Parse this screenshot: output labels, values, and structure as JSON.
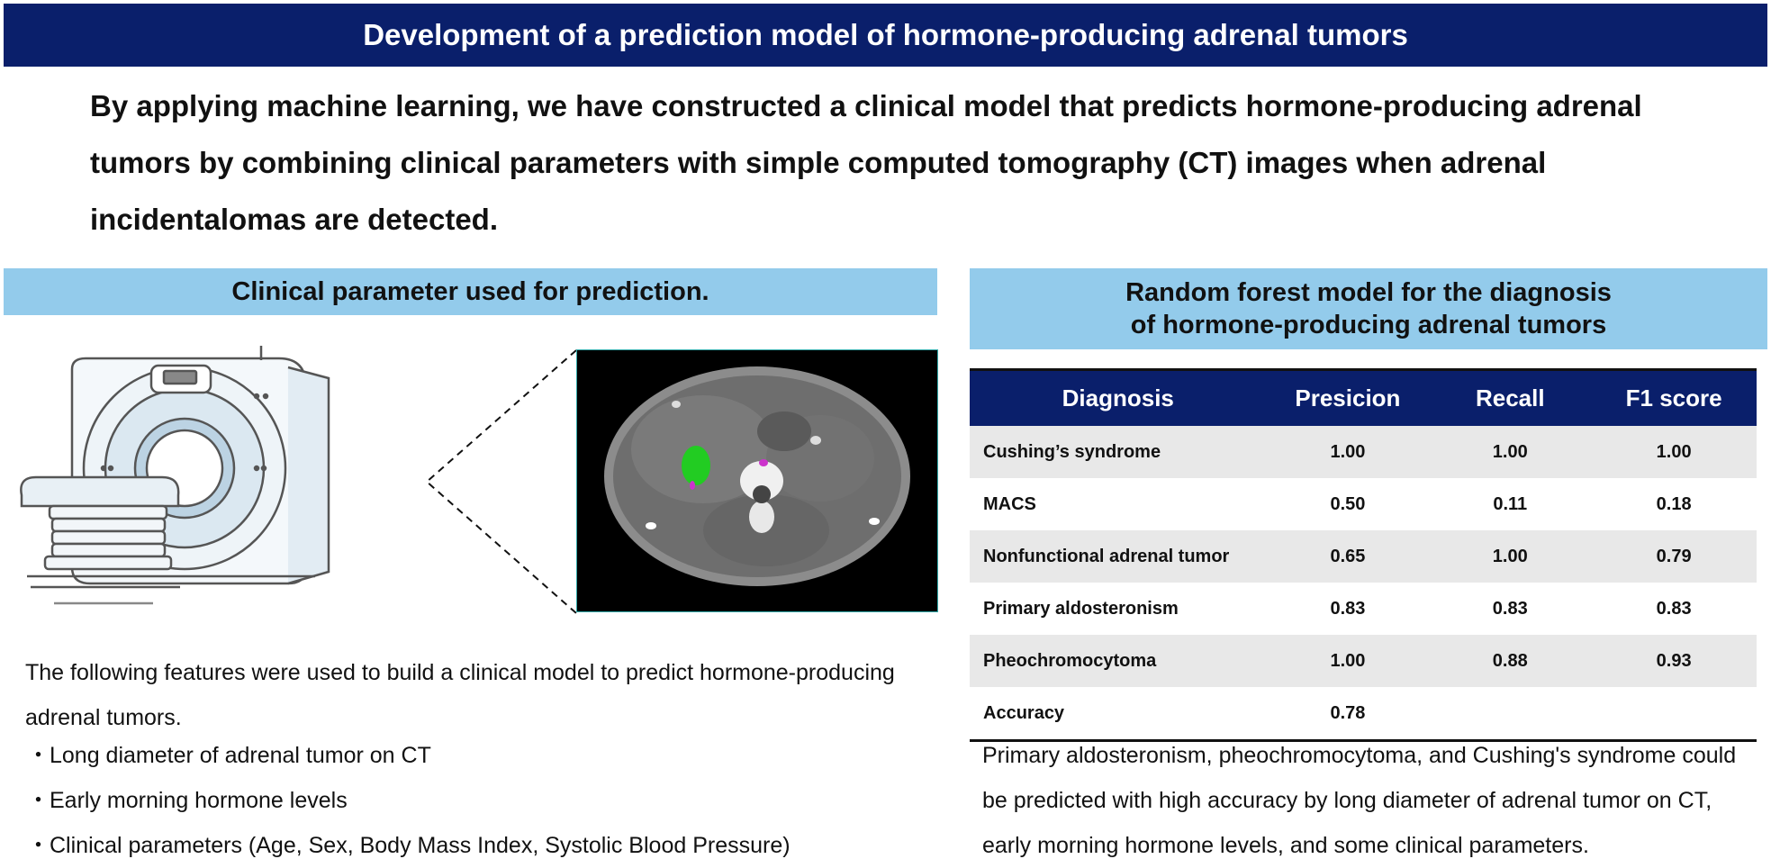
{
  "title": "Development of a prediction model of hormone-producing adrenal tumors",
  "intro": "By applying machine learning, we have constructed a clinical model that predicts hormone-producing adrenal tumors by combining clinical parameters with simple computed tomography (CT) images when adrenal incidentalomas are detected.",
  "left_section": {
    "heading": "Clinical parameter used for prediction.",
    "description": "The following features were used to build a clinical model to predict hormone-producing adrenal tumors.",
    "bullets": [
      "・Long diameter of adrenal tumor on CT",
      "・Early morning hormone levels",
      "・Clinical parameters (Age, Sex, Body Mass Index, Systolic Blood Pressure)"
    ]
  },
  "right_section": {
    "heading_line1": "Random forest model for the diagnosis",
    "heading_line2": "of hormone-producing adrenal tumors",
    "table": {
      "headers": [
        "Diagnosis",
        "Presicion",
        "Recall",
        "F1 score"
      ],
      "rows": [
        [
          "Cushing’s syndrome",
          "1.00",
          "1.00",
          "1.00"
        ],
        [
          "MACS",
          "0.50",
          "0.11",
          "0.18"
        ],
        [
          "Nonfunctional adrenal tumor",
          "0.65",
          "1.00",
          "0.79"
        ],
        [
          "Primary aldosteronism",
          "0.83",
          "0.83",
          "0.83"
        ],
        [
          "Pheochromocytoma",
          "1.00",
          "0.88",
          "0.93"
        ],
        [
          "Accuracy",
          "0.78",
          "",
          ""
        ]
      ]
    },
    "summary": "Primary aldosteronism, pheochromocytoma, and Cushing's syndrome could be predicted with high accuracy by long diameter of adrenal tumor on CT, early morning hormone levels, and some clinical parameters."
  },
  "colors": {
    "banner": "#0a1f6b",
    "section_header": "#93cbeb",
    "table_header": "#0a1f6b",
    "row_shade": "#e8e8e8",
    "tumor_highlight": "#22cc22"
  },
  "icons": [
    "ct-scanner-illustration",
    "ct-scan-image"
  ]
}
